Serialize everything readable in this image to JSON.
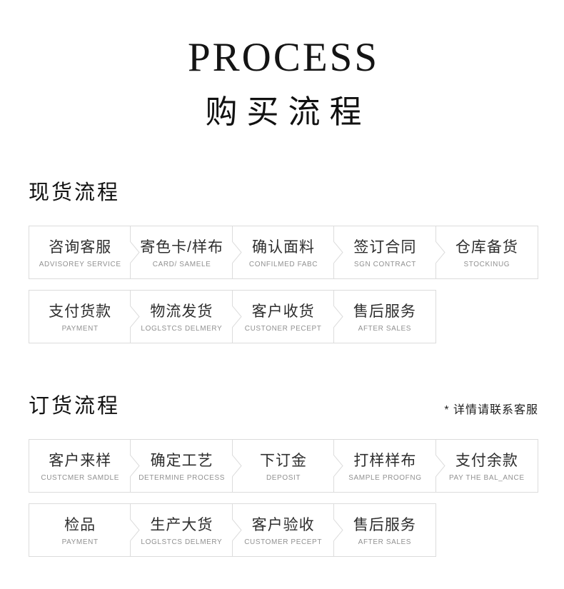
{
  "hero": {
    "title_en": "PROCESS",
    "title_zh": "购买流程"
  },
  "sections": [
    {
      "heading": "现货流程",
      "rows": [
        [
          {
            "zh": "咨询客服",
            "en": "ADVISOREY SERVICE"
          },
          {
            "zh": "寄色卡/样布",
            "en": "CARD/ SAMELE"
          },
          {
            "zh": "确认面料",
            "en": "CONFILMED FABC"
          },
          {
            "zh": "签订合同",
            "en": "SGN CONTRACT"
          },
          {
            "zh": "仓库备货",
            "en": "STOCKINUG"
          }
        ],
        [
          {
            "zh": "支付货款",
            "en": "PAYMENT"
          },
          {
            "zh": "物流发货",
            "en": "LOGLSTCS DELMERY"
          },
          {
            "zh": "客户收货",
            "en": "CUSTONER PECEPT"
          },
          {
            "zh": "售后服务",
            "en": "AFTER SALES"
          }
        ]
      ]
    },
    {
      "heading": "订货流程",
      "note": "* 详情请联系客服",
      "rows": [
        [
          {
            "zh": "客户来样",
            "en": "CUSTCMER SAMDLE"
          },
          {
            "zh": "确定工艺",
            "en": "DETERMINE PROCESS"
          },
          {
            "zh": "下订金",
            "en": "DEPOSIT"
          },
          {
            "zh": "打样样布",
            "en": "SAMPLE PROOFNG"
          },
          {
            "zh": "支付余款",
            "en": "PAY THE BAL_ANCE"
          }
        ],
        [
          {
            "zh": "检品",
            "en": "PAYMENT"
          },
          {
            "zh": "生产大货",
            "en": "LOGLSTCS DELMERY"
          },
          {
            "zh": "客户验收",
            "en": "CUSTOMER PECEPT"
          },
          {
            "zh": "售后服务",
            "en": "AFTER SALES"
          }
        ]
      ]
    }
  ],
  "colors": {
    "border": "#dcdcdc",
    "text_primary": "#2e2e2e",
    "text_secondary": "#919191"
  }
}
